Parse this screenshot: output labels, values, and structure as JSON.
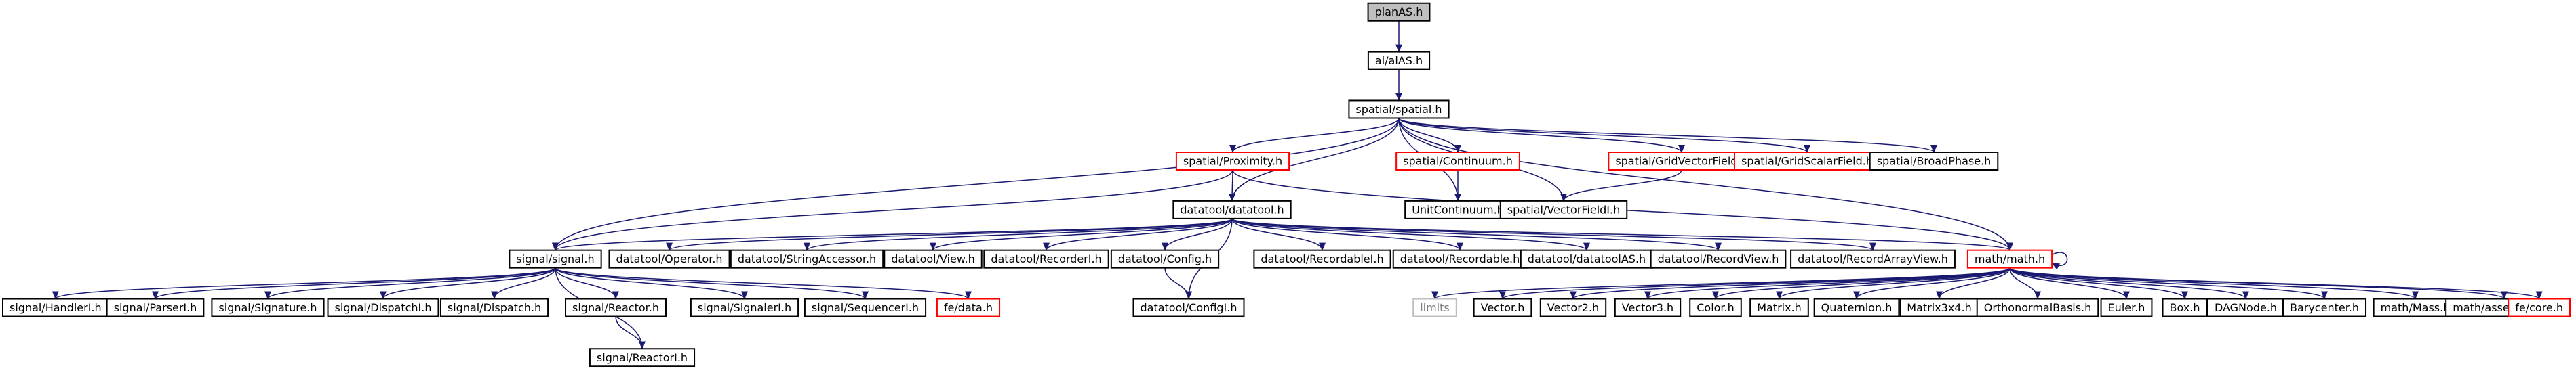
{
  "colors": {
    "edge": "#191970",
    "border_default": "#000000",
    "border_unresolved": "#ff0000",
    "border_external": "#bfbfbf",
    "fill_root": "#bfbfbf",
    "fill_default": "#ffffff",
    "text_default": "#000000",
    "text_external": "#808080"
  },
  "nodes": [
    {
      "id": "planAS",
      "label": "planAS.h",
      "kind": "root"
    },
    {
      "id": "aiAS",
      "label": "ai/aiAS.h",
      "kind": "normal"
    },
    {
      "id": "spatial",
      "label": "spatial/spatial.h",
      "kind": "normal"
    },
    {
      "id": "proximity",
      "label": "spatial/Proximity.h",
      "kind": "unresolved"
    },
    {
      "id": "continuum",
      "label": "spatial/Continuum.h",
      "kind": "unresolved"
    },
    {
      "id": "gridvector",
      "label": "spatial/GridVectorField.h",
      "kind": "unresolved"
    },
    {
      "id": "gridscalar",
      "label": "spatial/GridScalarField.h",
      "kind": "unresolved"
    },
    {
      "id": "broadphase",
      "label": "spatial/BroadPhase.h",
      "kind": "normal"
    },
    {
      "id": "datatool",
      "label": "datatool/datatool.h",
      "kind": "normal"
    },
    {
      "id": "unitcontinuum",
      "label": "UnitContinuum.h",
      "kind": "normal"
    },
    {
      "id": "vectorfield",
      "label": "spatial/VectorFieldI.h",
      "kind": "normal"
    },
    {
      "id": "signal",
      "label": "signal/signal.h",
      "kind": "normal"
    },
    {
      "id": "operator",
      "label": "datatool/Operator.h",
      "kind": "normal"
    },
    {
      "id": "stringacc",
      "label": "datatool/StringAccessor.h",
      "kind": "normal"
    },
    {
      "id": "view",
      "label": "datatool/View.h",
      "kind": "normal"
    },
    {
      "id": "recorderi",
      "label": "datatool/RecorderI.h",
      "kind": "normal"
    },
    {
      "id": "config",
      "label": "datatool/Config.h",
      "kind": "normal"
    },
    {
      "id": "recordablei",
      "label": "datatool/RecordableI.h",
      "kind": "normal"
    },
    {
      "id": "recordable",
      "label": "datatool/Recordable.h",
      "kind": "normal"
    },
    {
      "id": "datatoolAS",
      "label": "datatool/datatoolAS.h",
      "kind": "normal"
    },
    {
      "id": "recordview",
      "label": "datatool/RecordView.h",
      "kind": "normal"
    },
    {
      "id": "recordarrayview",
      "label": "datatool/RecordArrayView.h",
      "kind": "normal"
    },
    {
      "id": "math",
      "label": "math/math.h",
      "kind": "unresolved"
    },
    {
      "id": "handleri",
      "label": "signal/HandlerI.h",
      "kind": "normal"
    },
    {
      "id": "parseri",
      "label": "signal/ParserI.h",
      "kind": "normal"
    },
    {
      "id": "signature",
      "label": "signal/Signature.h",
      "kind": "normal"
    },
    {
      "id": "dispatchi",
      "label": "signal/DispatchI.h",
      "kind": "normal"
    },
    {
      "id": "dispatch",
      "label": "signal/Dispatch.h",
      "kind": "normal"
    },
    {
      "id": "reactor",
      "label": "signal/Reactor.h",
      "kind": "normal"
    },
    {
      "id": "signaleri",
      "label": "signal/SignalerI.h",
      "kind": "normal"
    },
    {
      "id": "sequenceri",
      "label": "signal/SequencerI.h",
      "kind": "normal"
    },
    {
      "id": "fedata",
      "label": "fe/data.h",
      "kind": "unresolved"
    },
    {
      "id": "reactori",
      "label": "signal/ReactorI.h",
      "kind": "normal"
    },
    {
      "id": "configi",
      "label": "datatool/ConfigI.h",
      "kind": "normal"
    },
    {
      "id": "limits",
      "label": "limits",
      "kind": "external"
    },
    {
      "id": "vector",
      "label": "Vector.h",
      "kind": "normal"
    },
    {
      "id": "vector2",
      "label": "Vector2.h",
      "kind": "normal"
    },
    {
      "id": "vector3",
      "label": "Vector3.h",
      "kind": "normal"
    },
    {
      "id": "color",
      "label": "Color.h",
      "kind": "normal"
    },
    {
      "id": "matrix",
      "label": "Matrix.h",
      "kind": "normal"
    },
    {
      "id": "quaternion",
      "label": "Quaternion.h",
      "kind": "normal"
    },
    {
      "id": "matrix3x4",
      "label": "Matrix3x4.h",
      "kind": "normal"
    },
    {
      "id": "orthobasis",
      "label": "OrthonormalBasis.h",
      "kind": "normal"
    },
    {
      "id": "euler",
      "label": "Euler.h",
      "kind": "normal"
    },
    {
      "id": "box",
      "label": "Box.h",
      "kind": "normal"
    },
    {
      "id": "dagnode",
      "label": "DAGNode.h",
      "kind": "normal"
    },
    {
      "id": "barycenter",
      "label": "Barycenter.h",
      "kind": "normal"
    },
    {
      "id": "mass",
      "label": "math/Mass.h",
      "kind": "normal"
    },
    {
      "id": "assertmath",
      "label": "math/assertMath.h",
      "kind": "normal"
    },
    {
      "id": "fecore",
      "label": "fe/core.h",
      "kind": "unresolved"
    }
  ],
  "edges": [
    [
      "planAS",
      "aiAS"
    ],
    [
      "aiAS",
      "spatial"
    ],
    [
      "spatial",
      "signal"
    ],
    [
      "spatial",
      "proximity"
    ],
    [
      "spatial",
      "datatool"
    ],
    [
      "spatial",
      "math"
    ],
    [
      "spatial",
      "unitcontinuum"
    ],
    [
      "spatial",
      "continuum"
    ],
    [
      "spatial",
      "vectorfield"
    ],
    [
      "spatial",
      "gridvector"
    ],
    [
      "spatial",
      "gridscalar"
    ],
    [
      "spatial",
      "broadphase"
    ],
    [
      "proximity",
      "signal"
    ],
    [
      "proximity",
      "datatool"
    ],
    [
      "proximity",
      "math"
    ],
    [
      "continuum",
      "unitcontinuum"
    ],
    [
      "gridvector",
      "vectorfield"
    ],
    [
      "datatool",
      "signal"
    ],
    [
      "datatool",
      "operator"
    ],
    [
      "datatool",
      "stringacc"
    ],
    [
      "datatool",
      "view"
    ],
    [
      "datatool",
      "recorderi"
    ],
    [
      "datatool",
      "config"
    ],
    [
      "datatool",
      "configi"
    ],
    [
      "datatool",
      "recordablei"
    ],
    [
      "datatool",
      "recordable"
    ],
    [
      "datatool",
      "datatoolAS"
    ],
    [
      "datatool",
      "recordview"
    ],
    [
      "datatool",
      "recordarrayview"
    ],
    [
      "datatool",
      "math"
    ],
    [
      "config",
      "configi"
    ],
    [
      "signal",
      "handleri"
    ],
    [
      "signal",
      "parseri"
    ],
    [
      "signal",
      "signature"
    ],
    [
      "signal",
      "dispatchi"
    ],
    [
      "signal",
      "dispatch"
    ],
    [
      "signal",
      "reactor"
    ],
    [
      "signal",
      "reactori"
    ],
    [
      "signal",
      "signaleri"
    ],
    [
      "signal",
      "sequenceri"
    ],
    [
      "signal",
      "fedata"
    ],
    [
      "reactor",
      "reactori"
    ],
    [
      "math",
      "math"
    ],
    [
      "math",
      "limits"
    ],
    [
      "math",
      "vector"
    ],
    [
      "math",
      "vector2"
    ],
    [
      "math",
      "vector3"
    ],
    [
      "math",
      "color"
    ],
    [
      "math",
      "matrix"
    ],
    [
      "math",
      "quaternion"
    ],
    [
      "math",
      "matrix3x4"
    ],
    [
      "math",
      "orthobasis"
    ],
    [
      "math",
      "euler"
    ],
    [
      "math",
      "box"
    ],
    [
      "math",
      "dagnode"
    ],
    [
      "math",
      "barycenter"
    ],
    [
      "math",
      "mass"
    ],
    [
      "math",
      "assertmath"
    ],
    [
      "math",
      "fecore"
    ]
  ]
}
